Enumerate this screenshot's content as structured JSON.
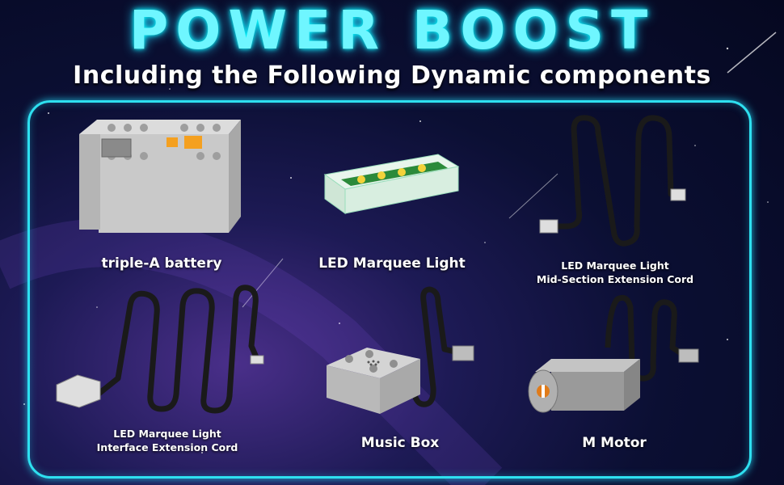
{
  "banner": {
    "title": "POWER BOOST",
    "subtitle": "Including the Following Dynamic components"
  },
  "components": [
    {
      "label": "triple-A battery",
      "icon": "battery-box-icon"
    },
    {
      "label": "LED Marquee Light",
      "icon": "led-marquee-light-icon"
    },
    {
      "label_line1": "LED Marquee Light",
      "label_line2": "Mid-Section Extension Cord",
      "icon": "extension-cord-icon"
    },
    {
      "label_line1": "LED Marquee Light",
      "label_line2": "Interface Extension Cord",
      "icon": "interface-cord-icon"
    },
    {
      "label": "Music Box",
      "icon": "music-box-icon"
    },
    {
      "label": "M Motor",
      "icon": "m-motor-icon"
    }
  ],
  "colors": {
    "title": "#6ff6ff",
    "frame": "#2ee0f0",
    "label": "#ffffff",
    "cable": "#1a1a1a",
    "brick": "#c9c9c9"
  }
}
